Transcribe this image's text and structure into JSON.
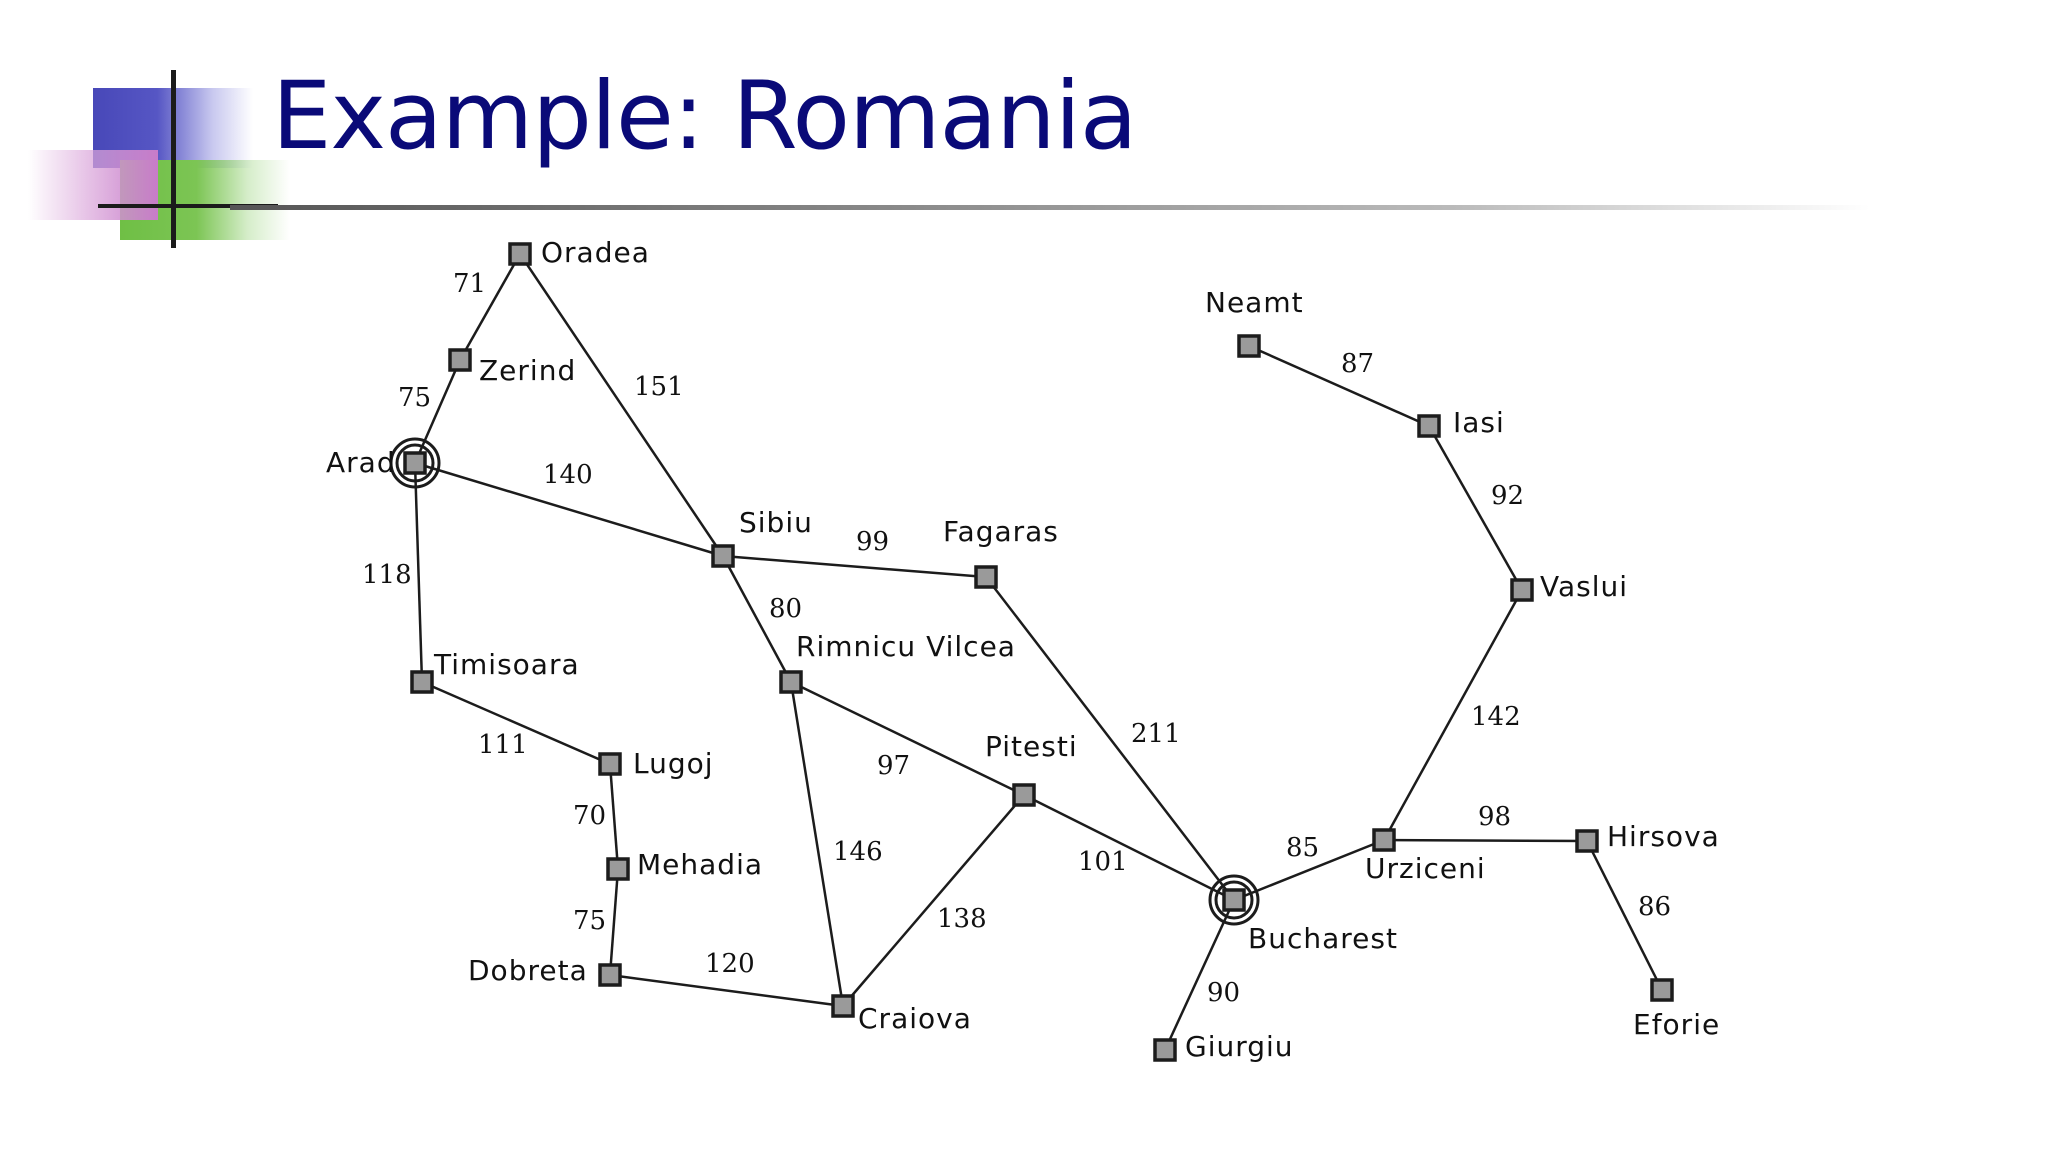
{
  "slide": {
    "title": "Example: Romania"
  },
  "colors": {
    "title": "#0a0a78",
    "logo_blue": "#4848b8",
    "logo_green": "#6fbf45",
    "logo_pink": "#c77cc9"
  },
  "cities": [
    {
      "id": "oradea",
      "name": "Oradea"
    },
    {
      "id": "zerind",
      "name": "Zerind"
    },
    {
      "id": "arad",
      "name": "Arad",
      "highlighted": true
    },
    {
      "id": "sibiu",
      "name": "Sibiu"
    },
    {
      "id": "fagaras",
      "name": "Fagaras"
    },
    {
      "id": "timisoara",
      "name": "Timisoara"
    },
    {
      "id": "lugoj",
      "name": "Lugoj"
    },
    {
      "id": "mehadia",
      "name": "Mehadia"
    },
    {
      "id": "dobreta",
      "name": "Dobreta"
    },
    {
      "id": "rimnicu",
      "name": "Rimnicu Vilcea"
    },
    {
      "id": "craiova",
      "name": "Craiova"
    },
    {
      "id": "pitesti",
      "name": "Pitesti"
    },
    {
      "id": "bucharest",
      "name": "Bucharest",
      "highlighted": true
    },
    {
      "id": "giurgiu",
      "name": "Giurgiu"
    },
    {
      "id": "urziceni",
      "name": "Urziceni"
    },
    {
      "id": "hirsova",
      "name": "Hirsova"
    },
    {
      "id": "eforie",
      "name": "Eforie"
    },
    {
      "id": "vaslui",
      "name": "Vaslui"
    },
    {
      "id": "iasi",
      "name": "Iasi"
    },
    {
      "id": "neamt",
      "name": "Neamt"
    }
  ],
  "roads": [
    {
      "from": "oradea",
      "to": "zerind",
      "distance": "71"
    },
    {
      "from": "zerind",
      "to": "arad",
      "distance": "75"
    },
    {
      "from": "oradea",
      "to": "sibiu",
      "distance": "151"
    },
    {
      "from": "arad",
      "to": "sibiu",
      "distance": "140"
    },
    {
      "from": "arad",
      "to": "timisoara",
      "distance": "118"
    },
    {
      "from": "sibiu",
      "to": "fagaras",
      "distance": "99"
    },
    {
      "from": "sibiu",
      "to": "rimnicu",
      "distance": "80"
    },
    {
      "from": "timisoara",
      "to": "lugoj",
      "distance": "111"
    },
    {
      "from": "lugoj",
      "to": "mehadia",
      "distance": "70"
    },
    {
      "from": "mehadia",
      "to": "dobreta",
      "distance": "75"
    },
    {
      "from": "dobreta",
      "to": "craiova",
      "distance": "120"
    },
    {
      "from": "rimnicu",
      "to": "craiova",
      "distance": "146"
    },
    {
      "from": "rimnicu",
      "to": "pitesti",
      "distance": "97"
    },
    {
      "from": "craiova",
      "to": "pitesti",
      "distance": "138"
    },
    {
      "from": "fagaras",
      "to": "bucharest",
      "distance": "211"
    },
    {
      "from": "pitesti",
      "to": "bucharest",
      "distance": "101"
    },
    {
      "from": "bucharest",
      "to": "giurgiu",
      "distance": "90"
    },
    {
      "from": "bucharest",
      "to": "urziceni",
      "distance": "85"
    },
    {
      "from": "urziceni",
      "to": "hirsova",
      "distance": "98"
    },
    {
      "from": "hirsova",
      "to": "eforie",
      "distance": "86"
    },
    {
      "from": "urziceni",
      "to": "vaslui",
      "distance": "142"
    },
    {
      "from": "vaslui",
      "to": "iasi",
      "distance": "92"
    },
    {
      "from": "iasi",
      "to": "neamt",
      "distance": "87"
    }
  ]
}
